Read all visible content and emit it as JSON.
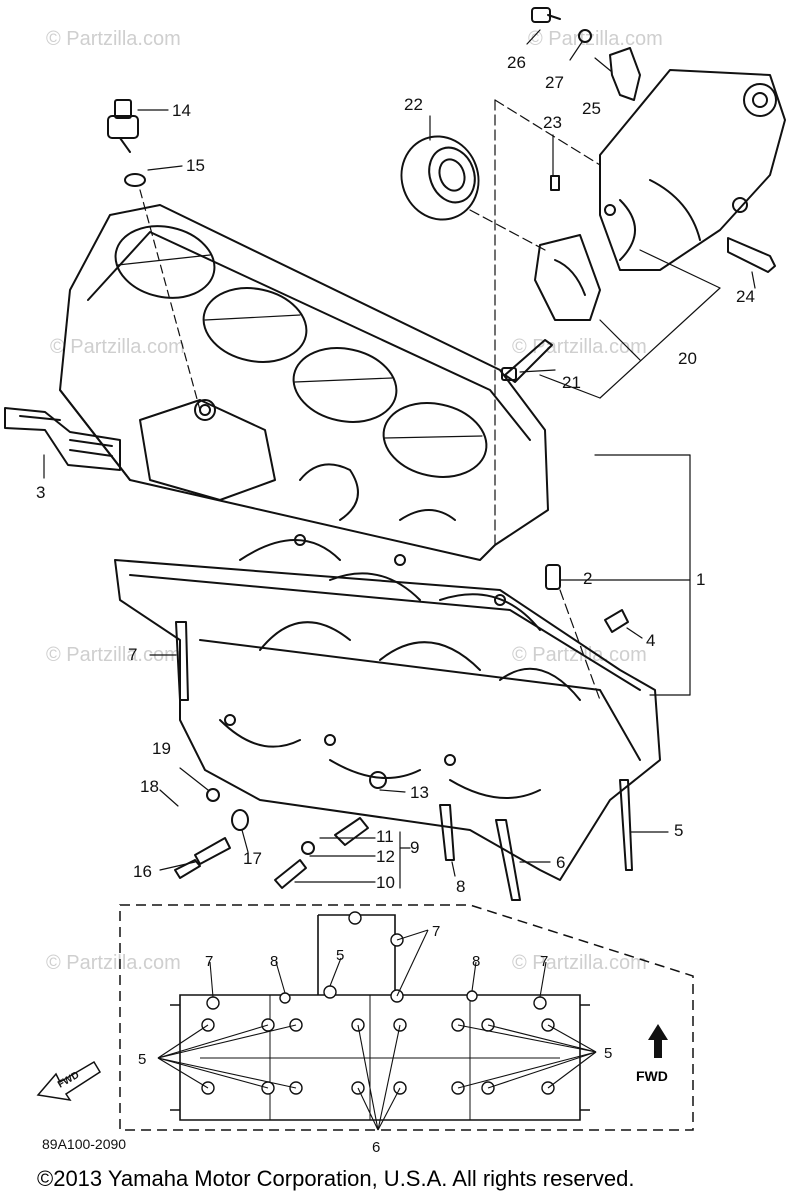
{
  "watermark": "© Partzilla.com",
  "callouts": {
    "c1": "1",
    "c2": "2",
    "c3": "3",
    "c4": "4",
    "c5": "5",
    "c6": "6",
    "c7": "7",
    "c8": "8",
    "c9": "9",
    "c10": "10",
    "c11": "11",
    "c12": "12",
    "c13": "13",
    "c14": "14",
    "c15": "15",
    "c16": "16",
    "c17": "17",
    "c18": "18",
    "c19": "19",
    "c20": "20",
    "c21": "21",
    "c22": "22",
    "c23": "23",
    "c24": "24",
    "c25": "25",
    "c26": "26",
    "c27": "27"
  },
  "inset": {
    "label_5": "5",
    "label_6": "6",
    "label_7": "7",
    "label_8": "8",
    "fwd_badge": "FWD",
    "fwd_arrow_label": "FWD"
  },
  "diagram_code": "89A100-2090",
  "copyright": "©2013  Yamaha Motor Corporation, U.S.A. All rights reserved."
}
